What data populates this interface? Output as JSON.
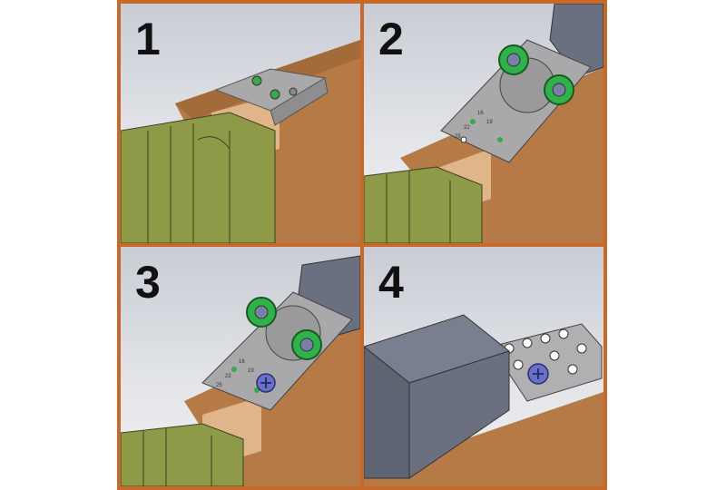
{
  "steps": [
    {
      "number": "1"
    },
    {
      "number": "2"
    },
    {
      "number": "3"
    },
    {
      "number": "4"
    }
  ],
  "plate_markings": [
    "16",
    "19",
    "22",
    "25",
    "16",
    "19",
    "22",
    "25"
  ],
  "colors": {
    "frame": "#c8692a",
    "wood": "#b57a45",
    "wood_end": "#e0b58a",
    "profile": "#8f9a48",
    "plate": "#a9a9ab",
    "guide_ring": "#2fb24a",
    "screw": "#6a6fc8",
    "drill": "#6b7080"
  }
}
